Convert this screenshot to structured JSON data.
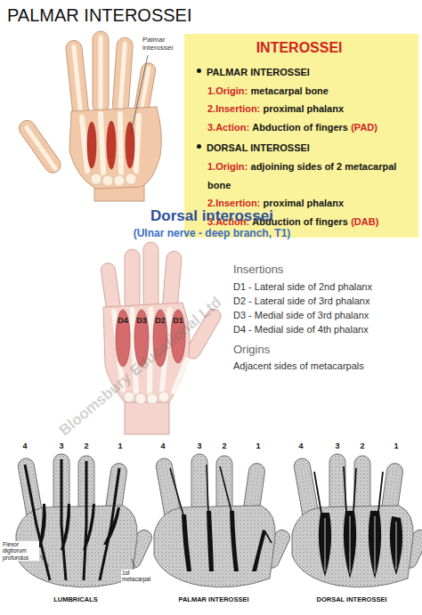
{
  "diagram": {
    "title": "PALMAR INTEROSSEI",
    "nodes": [
      {
        "text": [
          "INTEROSSEI",
          "PALMAR INTEROSSEI",
          "1.Origin:",
          "metacarpal bone",
          "2.Insertion:",
          "proximal phalanx",
          "3.Action:",
          "Abduction of fingers",
          "(PAD)",
          "DORSAL INTEROSSEI",
          "1.Origin:",
          "adjoining sides of 2 metacarpal bone",
          "2.Insertion:",
          "proximal phalanx",
          "3.Action:",
          "Abduction of fingers",
          "(DAB)"
        ]
      }
    ],
    "labels": [
      "Palmar interossei",
      "Dorsal interossei",
      "(Ulnar nerve - deep branch, T1)",
      "D4",
      "D3",
      "D2",
      "D1",
      "Insertions",
      "D1 - Lateral side of 2nd phalanx",
      "D2 - Lateral side of 3rd phalanx",
      "D3 - Medial side of 3rd phalanx",
      "D4 - Medial side of 4th phalanx",
      "Origins",
      "Adjacent sides of metacarpals",
      "Bloomsbury Educational Ltd",
      "4",
      "3",
      "2",
      "1",
      "Flexor digitorum profundus",
      "1st metacarpal",
      "LUMBRICALS",
      "4",
      "3",
      "2",
      "1",
      "PALMAR INTEROSSEI",
      "4",
      "3",
      "2",
      "1",
      "DORSAL INTEROSSEI"
    ]
  }
}
